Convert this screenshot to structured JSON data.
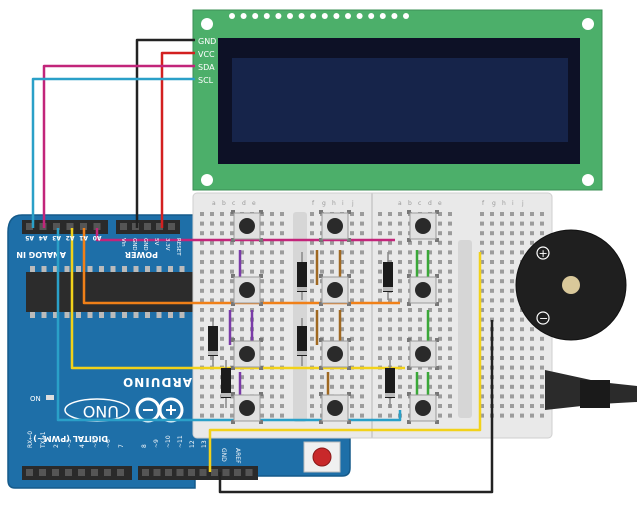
{
  "lcd": {
    "pins": [
      "GND",
      "VCC",
      "SDA",
      "SCL"
    ]
  },
  "arduino": {
    "brand": "ARDUINO",
    "model": "UNO",
    "analog_label": "ANALOG IN",
    "power_label": "POWER",
    "digital_label": "DIGITAL (PWM~)",
    "on_label": "ON",
    "aref_label": "AREF",
    "gnd_label": "GND",
    "analog_pins": [
      "A5",
      "A4",
      "A3",
      "A2",
      "A1",
      "A0"
    ],
    "power_pins": [
      "Vin",
      "GND",
      "GND",
      "5V",
      "3.3V",
      "RESET"
    ],
    "digital_low_pins": [
      "RX←0",
      "TX→1",
      "2",
      "~3",
      "4",
      "~5",
      "~6",
      "7"
    ],
    "digital_high_pins": [
      "8",
      "~9",
      "~10",
      "~11",
      "12",
      "13"
    ]
  },
  "breadboard": {
    "col_letters_left": [
      "a",
      "b",
      "c",
      "d",
      "e"
    ],
    "col_letters_right": [
      "f",
      "g",
      "h",
      "i",
      "j"
    ]
  },
  "buzzer": {
    "plus": "+",
    "minus": "−"
  },
  "colors": {
    "lcd_board": "#4caf6a",
    "lcd_screen": "#16244a",
    "arduino_board": "#1e6fa8",
    "breadboard": "#e8e8e8",
    "wire_black": "#222222",
    "wire_red": "#d32020",
    "wire_magenta": "#c2257a",
    "wire_cyan": "#2aa0c8",
    "wire_orange": "#f08018",
    "wire_yellow": "#f2d21a",
    "wire_purple": "#7a3aa8",
    "wire_green": "#3aa838",
    "wire_brown": "#a06820"
  }
}
